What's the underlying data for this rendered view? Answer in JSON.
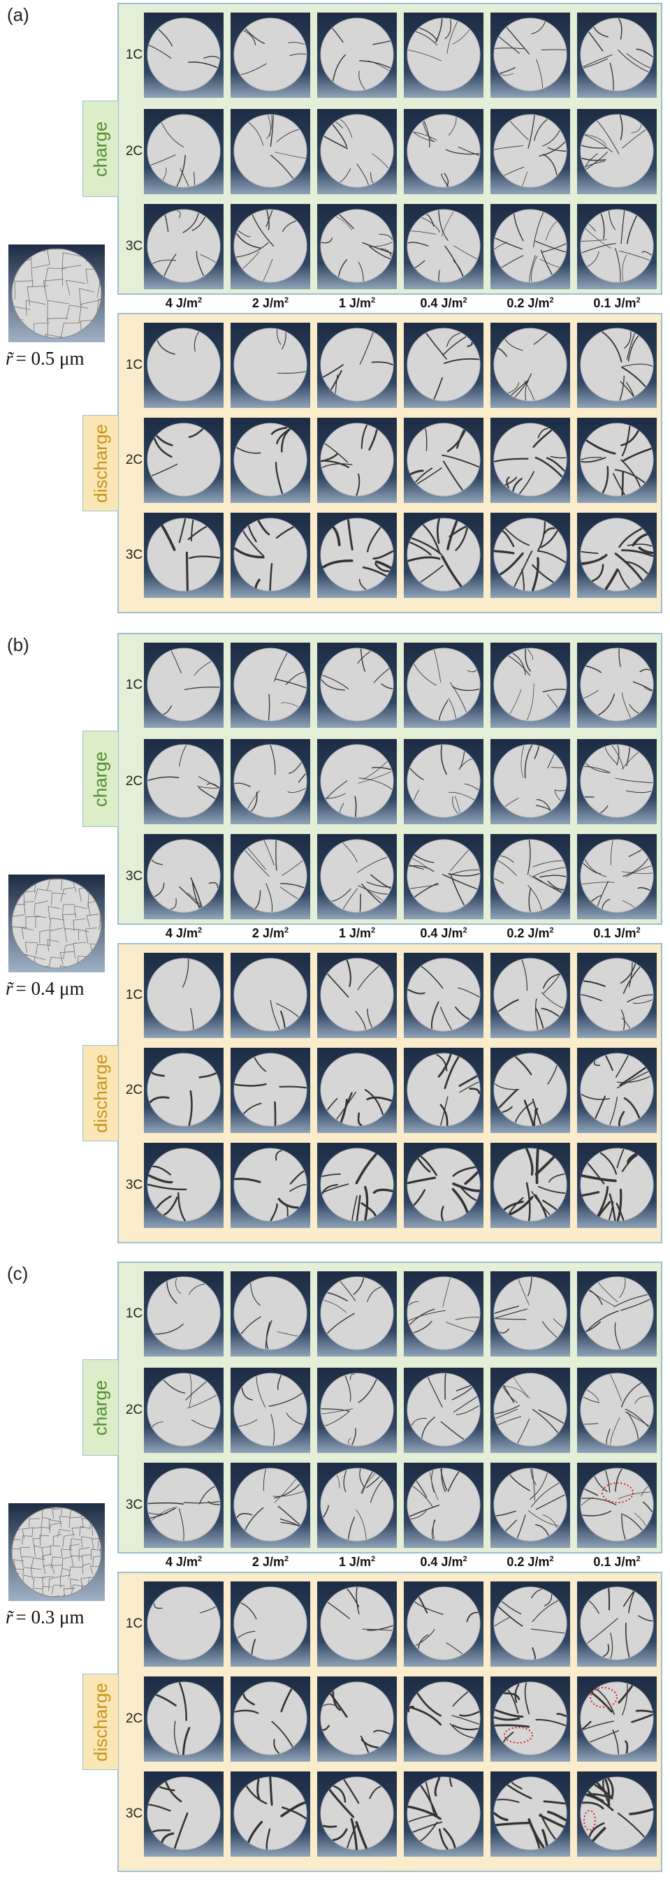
{
  "panels": [
    {
      "label": "(a)",
      "radius_symbol": "r̃",
      "radius_text": "= 0.5 μm",
      "charge_label": "charge",
      "discharge_label": "discharge"
    },
    {
      "label": "(b)",
      "radius_symbol": "r̃",
      "radius_text": "= 0.4 μm",
      "charge_label": "charge",
      "discharge_label": "discharge"
    },
    {
      "label": "(c)",
      "radius_symbol": "r̃",
      "radius_text": "= 0.3 μm",
      "charge_label": "charge",
      "discharge_label": "discharge"
    }
  ],
  "rates": [
    "1C",
    "2C",
    "3C"
  ],
  "energies": [
    {
      "value": "4 J/m",
      "exp": "2"
    },
    {
      "value": "2 J/m",
      "exp": "2"
    },
    {
      "value": "1 J/m",
      "exp": "2"
    },
    {
      "value": "0.4 J/m",
      "exp": "2"
    },
    {
      "value": "0.2 J/m",
      "exp": "2"
    },
    {
      "value": "0.1 J/m",
      "exp": "2"
    }
  ],
  "colors": {
    "charge_bg": "#e3efd6",
    "discharge_bg": "#fbeccb",
    "charge_text": "#4f8e33",
    "discharge_text": "#c89418",
    "tile_dark": "#1f3047",
    "particle": "#d6d6d6",
    "crack": "#333333",
    "highlight": "#e02020"
  }
}
